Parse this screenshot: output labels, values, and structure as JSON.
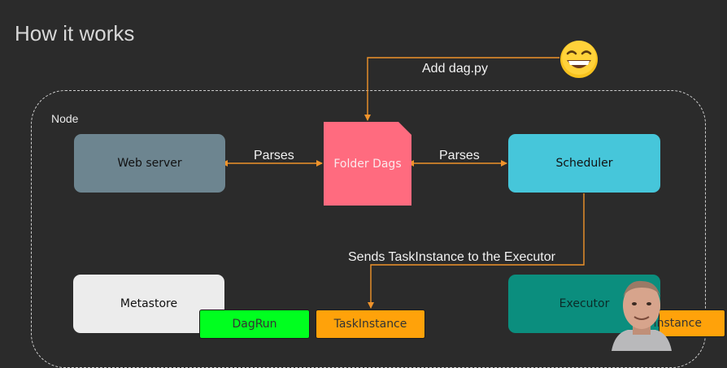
{
  "slide": {
    "title": "How it works",
    "node_label": "Node"
  },
  "boxes": {
    "web_server": "Web server",
    "folder_dags": "Folder Dags",
    "scheduler": "Scheduler",
    "metastore": "Metastore",
    "executor": "Executor"
  },
  "tags": {
    "dagrun": "DagRun",
    "taskinstance": "TaskInstance",
    "taskinstance_partial": "Instance"
  },
  "edges": {
    "parses_left": "Parses",
    "parses_right": "Parses",
    "add_dag": "Add dag.py",
    "sends": "Sends TaskInstance to the Executor"
  },
  "colors": {
    "background": "#2b2b2b",
    "arrow": "#f0932b",
    "web_server": "#6d8590",
    "folder": "#ff6b7f",
    "scheduler": "#46c6da",
    "metastore": "#ececec",
    "executor": "#0b8e7e",
    "dagrun": "#00ff1f",
    "taskinstance": "#ffa20a"
  },
  "icons": {
    "emoji": "grinning-face-icon",
    "presenter": "presenter-webcam"
  }
}
